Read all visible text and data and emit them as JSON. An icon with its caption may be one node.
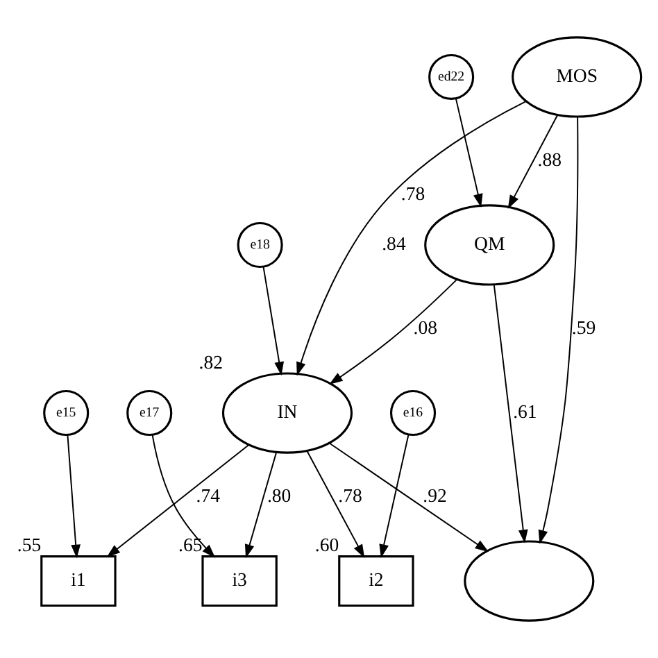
{
  "diagram": {
    "nodes": [
      {
        "text": [
          "ed22"
        ]
      },
      {
        "text": [
          "QM"
        ],
        "beside": [
          ".78"
        ]
      },
      {
        "text": [
          "e17"
        ]
      },
      {
        "text": [
          "e15"
        ]
      },
      {
        "text": [
          "e16"
        ]
      },
      {
        "text": [
          "i3"
        ],
        "beside": [
          ".65"
        ]
      },
      {
        "text": [
          "i1"
        ],
        "beside": [
          ".55"
        ]
      },
      {
        "text": [
          "i2"
        ],
        "beside": [
          ".60"
        ]
      },
      {
        "text": [
          "IN"
        ],
        "beside": [
          ".82"
        ]
      },
      {
        "text": [
          "e18"
        ]
      },
      {
        "text": [],
        "shape": "ellipse"
      },
      {
        "text": [
          "MOS"
        ]
      }
    ],
    "edges": [
      {
        "from": 0,
        "to": 1,
        "arrow": "to"
      },
      {
        "from": 2,
        "to": 5,
        "arrow": "to"
      },
      {
        "from": 3,
        "to": 6,
        "arrow": "to"
      },
      {
        "from": 4,
        "to": 7,
        "arrow": "to"
      },
      {
        "from": 1,
        "to": 8,
        "arrow": "to",
        "label": ".08"
      },
      {
        "from": 1,
        "to": 10,
        "arrow": "to",
        "label": ".61"
      },
      {
        "from": 8,
        "to": 5,
        "arrow": "to",
        "label": ".80"
      },
      {
        "from": 8,
        "to": 6,
        "arrow": "to",
        "label": ".74"
      },
      {
        "from": 8,
        "to": 7,
        "arrow": "to",
        "label": ".78"
      },
      {
        "from": 8,
        "to": 10,
        "arrow": "to",
        "label": ".92"
      },
      {
        "from": 9,
        "to": 8,
        "arrow": "to"
      },
      {
        "from": 11,
        "to": 8,
        "arrow": "to",
        "label": ".84"
      },
      {
        "from": 11,
        "to": 10,
        "arrow": "to",
        "label": ".59"
      },
      {
        "from": 11,
        "to": 1,
        "arrow": "to",
        "label": ".88"
      }
    ]
  }
}
